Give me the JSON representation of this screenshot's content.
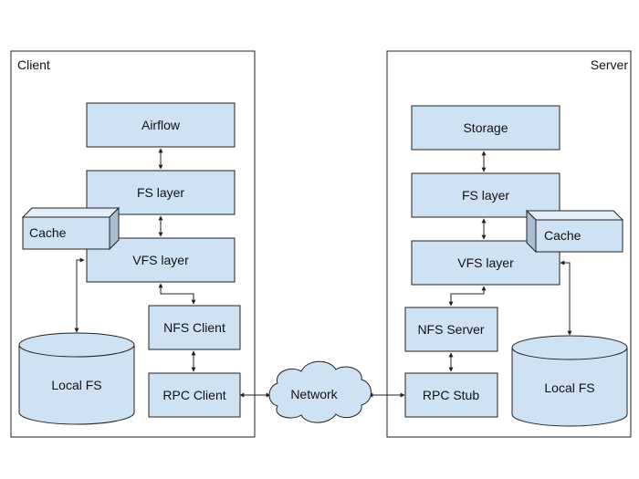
{
  "panels": {
    "client": "Client",
    "server": "Server"
  },
  "client": {
    "airflow": "Airflow",
    "fs_layer": "FS layer",
    "cache": "Cache",
    "vfs_layer": "VFS layer",
    "nfs_client": "NFS Client",
    "local_fs": "Local FS",
    "rpc_client": "RPC Client"
  },
  "network": "Network",
  "server": {
    "storage": "Storage",
    "fs_layer": "FS layer",
    "cache": "Cache",
    "vfs_layer": "VFS layer",
    "nfs_server": "NFS Server",
    "local_fs": "Local FS",
    "rpc_stub": "RPC Stub"
  },
  "colors": {
    "box_fill": "#cfe2f3",
    "stroke": "#222222"
  }
}
